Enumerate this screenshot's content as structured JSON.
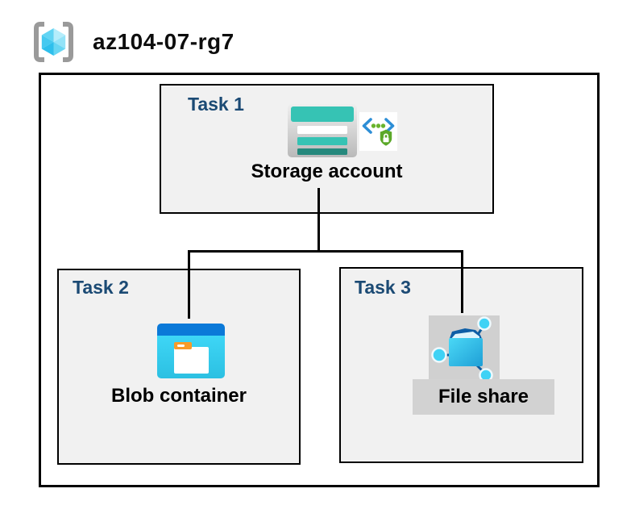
{
  "header": {
    "title": "az104-07-rg7",
    "icon": "resource-group-icon"
  },
  "tasks": [
    {
      "label": "Task 1",
      "item_label": "Storage account",
      "icons": [
        "storage-account-icon",
        "shared-access-signature-icon"
      ]
    },
    {
      "label": "Task 2",
      "item_label": "Blob container",
      "icons": [
        "blob-container-icon"
      ]
    },
    {
      "label": "Task 3",
      "item_label": "File share",
      "icons": [
        "file-share-icon"
      ]
    }
  ],
  "connections": [
    {
      "from": "Storage account",
      "to": "Blob container"
    },
    {
      "from": "Storage account",
      "to": "File share"
    }
  ],
  "colors": {
    "task_label": "#1b4a74",
    "task_box_fill": "#f1f1f1",
    "box_border": "#000000",
    "file_share_label_bg": "#d2d2d2",
    "storage_teal": "#36c3b4",
    "storage_teal_dark": "#26897d",
    "blob_header_blue": "#0b79d8",
    "blob_body_cyan": "#38d2f4",
    "blob_tab_orange": "#f79b28",
    "fileshare_navy": "#0d5c9e",
    "fileshare_cyan": "#3fd2f5",
    "sas_shield_green": "#5ba829",
    "sas_bracket_blue": "#2d8ed6",
    "rg_cube_cyan": "#56d0f2",
    "rg_bracket_gray": "#9a9a9a"
  }
}
